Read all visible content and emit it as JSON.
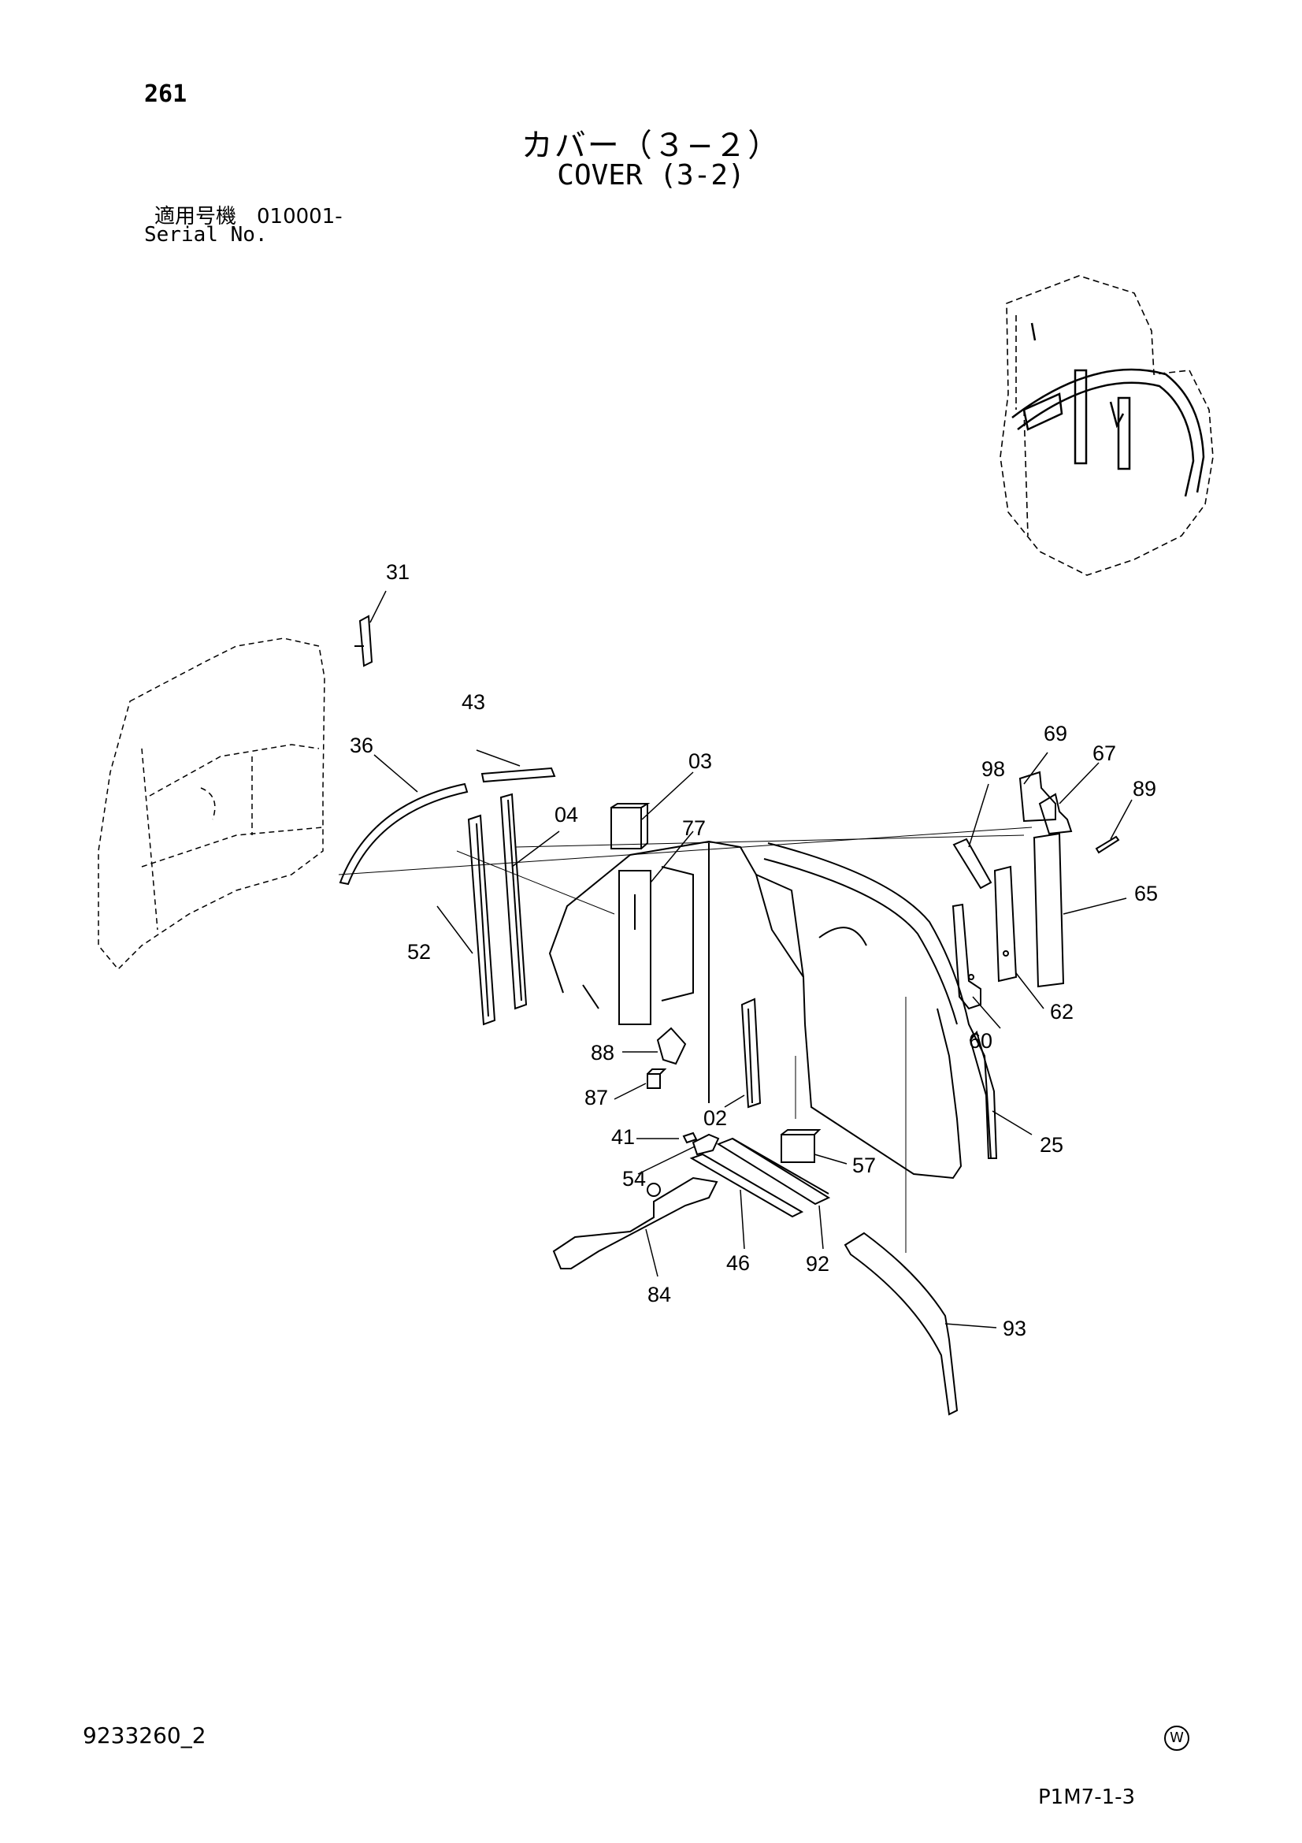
{
  "header": {
    "page_number": "261",
    "title_jp": "カバー（３−２）",
    "title_en": "COVER (3-2)",
    "serial_jp": "適用号機　010001-",
    "serial_en": "Serial No."
  },
  "callouts": {
    "c31": "31",
    "c43": "43",
    "c36": "36",
    "c03": "03",
    "c04": "04",
    "c77": "77",
    "c52": "52",
    "c69": "69",
    "c67": "67",
    "c98": "98",
    "c89": "89",
    "c65": "65",
    "c62": "62",
    "c60": "60",
    "c88": "88",
    "c87": "87",
    "c02": "02",
    "c41": "41",
    "c54": "54",
    "c57": "57",
    "c25": "25",
    "c46": "46",
    "c92": "92",
    "c84": "84",
    "c93": "93"
  },
  "footer": {
    "doc_code": "9233260_2",
    "watermark": "W",
    "page_code": "P1M7-1-3"
  }
}
